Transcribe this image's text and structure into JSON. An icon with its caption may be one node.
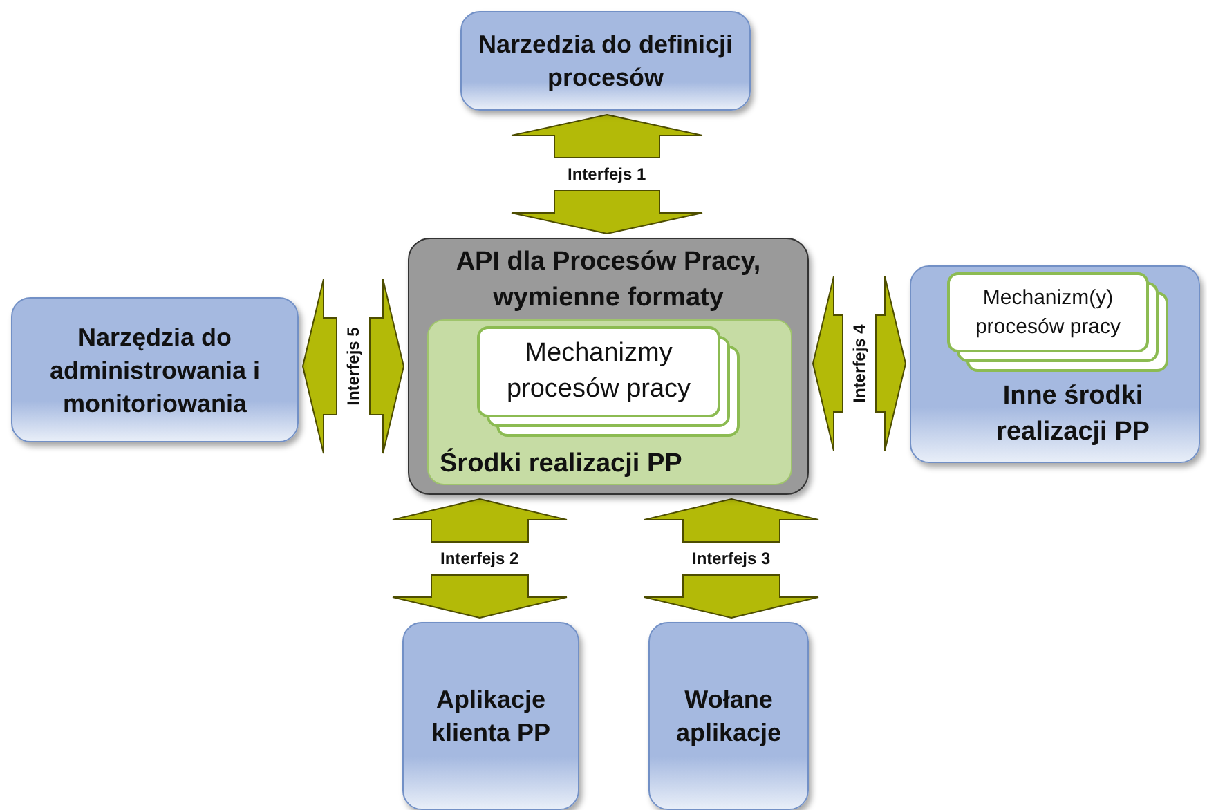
{
  "diagram": {
    "nodes": [
      {
        "text": [
          "Narzedzia do definicji procesów"
        ]
      },
      {
        "text": [
          "API dla Procesów Pracy, wymienne formaty"
        ]
      },
      {
        "text": [
          "Środki realizacji PP"
        ],
        "in": 1
      },
      {
        "text": [
          "Mechanizmy procesów pracy"
        ],
        "in": 2
      },
      {
        "text": [
          "Narzędzia do administrowania i monitoriowania"
        ]
      },
      {
        "text": [
          "Inne środki realizacji PP"
        ]
      },
      {
        "text": [
          "Mechanizm(y) procesów pracy"
        ],
        "in": 5
      },
      {
        "text": [
          "Aplikacje klienta PP"
        ]
      },
      {
        "text": [
          "Wołane aplikacje"
        ]
      }
    ],
    "edges": [
      {
        "from": 0,
        "to": 1,
        "arrow": "both",
        "label": "Interfejs 1"
      },
      {
        "from": 4,
        "to": 1,
        "arrow": "both",
        "label": "Interfejs 5"
      },
      {
        "from": 5,
        "to": 1,
        "arrow": "both",
        "label": "Interfejs 4"
      },
      {
        "from": 1,
        "to": 7,
        "arrow": "both",
        "label": "Interfejs 2"
      },
      {
        "from": 1,
        "to": 8,
        "arrow": "both",
        "label": "Interfejs 3"
      }
    ]
  }
}
